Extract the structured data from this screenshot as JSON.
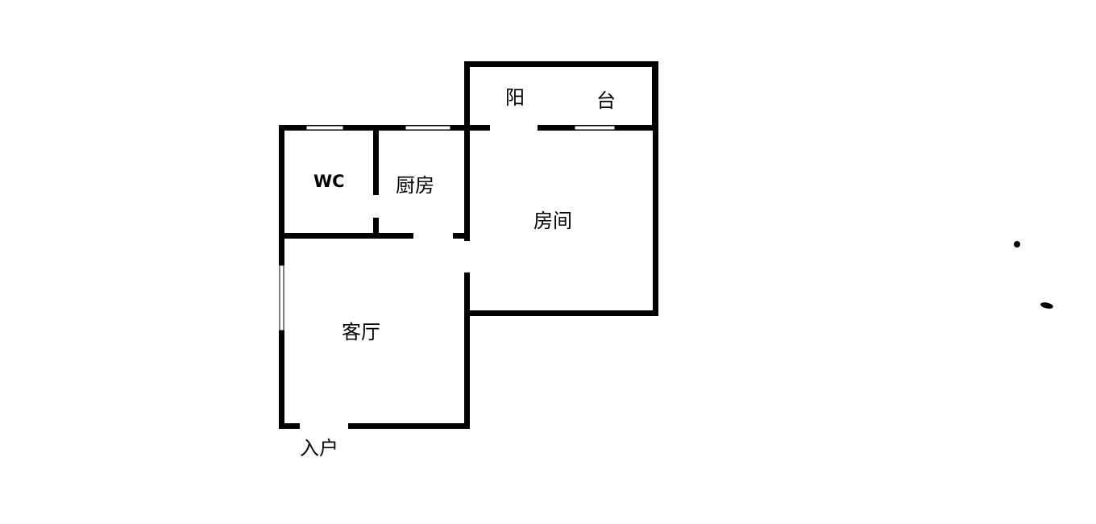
{
  "plan": {
    "labels": {
      "balcony_left": "阳",
      "balcony_right": "台",
      "wc": "WC",
      "kitchen": "厨房",
      "bedroom": "房间",
      "living_room": "客厅",
      "entrance": "入户"
    }
  }
}
